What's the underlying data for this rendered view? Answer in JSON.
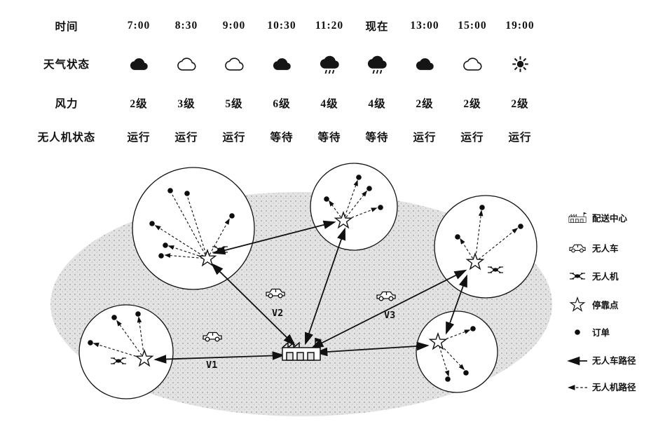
{
  "table": {
    "row_labels": [
      "时间",
      "天气状态",
      "风力",
      "无人机状态"
    ],
    "times": [
      "7:00",
      "8:30",
      "9:00",
      "10:30",
      "11:20",
      "现在",
      "13:00",
      "15:00",
      "19:00"
    ],
    "weather": [
      "cloudy-dark",
      "cloudy-light",
      "cloudy-light",
      "cloudy-dark",
      "rain",
      "rain",
      "cloudy-dark",
      "cloudy-light",
      "sunny"
    ],
    "wind": [
      "2级",
      "3级",
      "5级",
      "6级",
      "4级",
      "4级",
      "2级",
      "2级",
      "2级"
    ],
    "uav_status": [
      "运行",
      "运行",
      "运行",
      "等待",
      "等待",
      "等待",
      "运行",
      "运行",
      "运行"
    ]
  },
  "routes": {
    "v1": "V1",
    "v2": "V2",
    "v3": "V3"
  },
  "legend": {
    "items": [
      {
        "icon": "building-icon",
        "label": "配送中心"
      },
      {
        "icon": "car-icon",
        "label": "无人车"
      },
      {
        "icon": "drone-icon",
        "label": "无人机"
      },
      {
        "icon": "star-icon",
        "label": "停靠点"
      },
      {
        "icon": "dot-icon",
        "label": "订单"
      },
      {
        "icon": "solid-arrow-icon",
        "label": "无人车路径"
      },
      {
        "icon": "dashed-arrow-icon",
        "label": "无人机路径"
      }
    ]
  },
  "colors": {
    "ink": "#111111",
    "region_fill": "#d9d9d9"
  }
}
